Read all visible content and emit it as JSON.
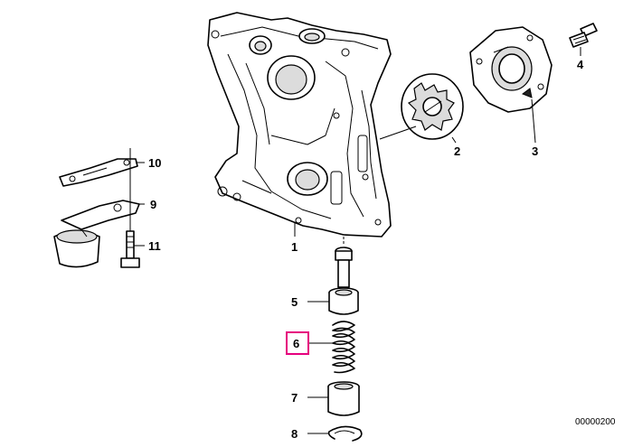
{
  "diagram": {
    "callouts": [
      {
        "id": "label-1",
        "text": "1"
      },
      {
        "id": "label-2",
        "text": "2"
      },
      {
        "id": "label-3",
        "text": "3"
      },
      {
        "id": "label-4",
        "text": "4"
      },
      {
        "id": "label-5",
        "text": "5"
      },
      {
        "id": "label-6",
        "text": "6"
      },
      {
        "id": "label-7",
        "text": "7"
      },
      {
        "id": "label-8",
        "text": "8"
      },
      {
        "id": "label-9",
        "text": "9"
      },
      {
        "id": "label-10",
        "text": "10"
      },
      {
        "id": "label-11",
        "text": "11"
      }
    ],
    "highlighted_callout": "6",
    "highlight_color": "#e6007e",
    "figure_code": "00000200"
  }
}
